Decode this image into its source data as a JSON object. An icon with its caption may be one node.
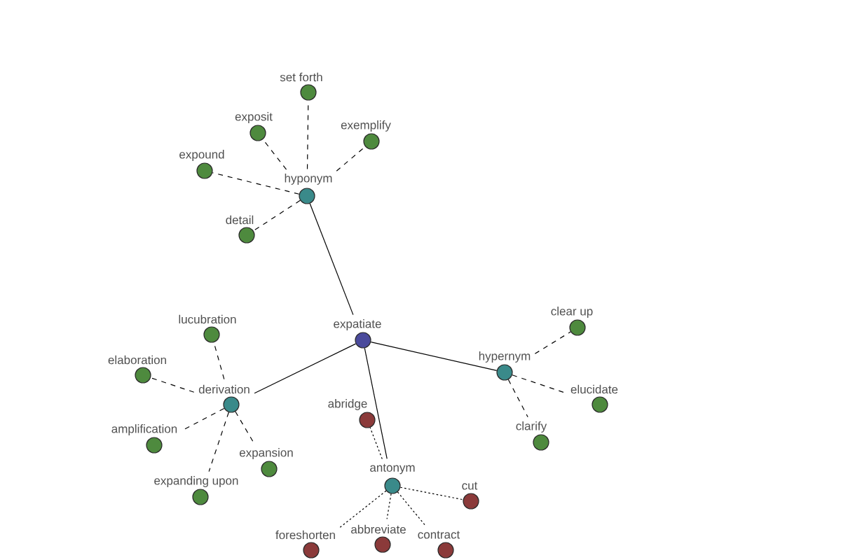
{
  "diagram": {
    "nodes": [
      {
        "text": [
          "set forth"
        ]
      },
      {
        "text": [
          "exposit"
        ]
      },
      {
        "text": [
          "exemplify"
        ]
      },
      {
        "text": [
          "expound"
        ]
      },
      {
        "text": [
          "hyponym"
        ]
      },
      {
        "text": [
          "detail"
        ]
      },
      {
        "text": [
          "lucubration"
        ]
      },
      {
        "text": [
          "expatiate"
        ]
      },
      {
        "text": [
          "clear up"
        ]
      },
      {
        "text": [
          "elaboration"
        ]
      },
      {
        "text": [
          "hypernym"
        ]
      },
      {
        "text": [
          "derivation"
        ]
      },
      {
        "text": [
          "elucidate"
        ]
      },
      {
        "text": [
          "abridge"
        ]
      },
      {
        "text": [
          "clarify"
        ]
      },
      {
        "text": [
          "amplification"
        ]
      },
      {
        "text": [
          "expansion"
        ]
      },
      {
        "text": [
          "antonym"
        ]
      },
      {
        "text": [
          "expanding upon"
        ]
      },
      {
        "text": [
          "cut"
        ]
      },
      {
        "text": [
          "abbreviate"
        ]
      },
      {
        "text": [
          "foreshorten"
        ]
      },
      {
        "text": [
          "contract"
        ]
      }
    ],
    "edges": [
      {
        "from": 7,
        "to": 4,
        "arrow": "none"
      },
      {
        "from": 7,
        "to": 11,
        "arrow": "none"
      },
      {
        "from": 7,
        "to": 10,
        "arrow": "none"
      },
      {
        "from": 7,
        "to": 17,
        "arrow": "none"
      },
      {
        "from": 4,
        "to": 0,
        "arrow": "none",
        "style": "dashed"
      },
      {
        "from": 4,
        "to": 1,
        "arrow": "none",
        "style": "dashed"
      },
      {
        "from": 4,
        "to": 2,
        "arrow": "none",
        "style": "dashed"
      },
      {
        "from": 4,
        "to": 3,
        "arrow": "none",
        "style": "dashed"
      },
      {
        "from": 4,
        "to": 5,
        "arrow": "none",
        "style": "dashed"
      },
      {
        "from": 11,
        "to": 6,
        "arrow": "none",
        "style": "dashed"
      },
      {
        "from": 11,
        "to": 9,
        "arrow": "none",
        "style": "dashed"
      },
      {
        "from": 11,
        "to": 15,
        "arrow": "none",
        "style": "dashed"
      },
      {
        "from": 11,
        "to": 16,
        "arrow": "none",
        "style": "dashed"
      },
      {
        "from": 11,
        "to": 18,
        "arrow": "none",
        "style": "dashed"
      },
      {
        "from": 10,
        "to": 8,
        "arrow": "none",
        "style": "dashed"
      },
      {
        "from": 10,
        "to": 12,
        "arrow": "none",
        "style": "dashed"
      },
      {
        "from": 10,
        "to": 14,
        "arrow": "none",
        "style": "dashed"
      },
      {
        "from": 17,
        "to": 13,
        "arrow": "none",
        "style": "dashed"
      },
      {
        "from": 17,
        "to": 19,
        "arrow": "none",
        "style": "dashed"
      },
      {
        "from": 17,
        "to": 20,
        "arrow": "none",
        "style": "dashed"
      },
      {
        "from": 17,
        "to": 21,
        "arrow": "none",
        "style": "dashed"
      },
      {
        "from": 17,
        "to": 22,
        "arrow": "none",
        "style": "dashed"
      }
    ]
  }
}
